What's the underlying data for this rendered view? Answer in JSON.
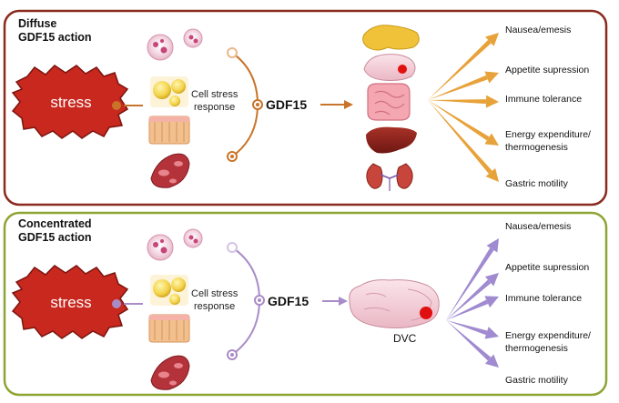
{
  "panels": [
    {
      "id": "diffuse",
      "title_line1": "Diffuse",
      "title_line2": "GDF15 action",
      "stress_label": "stress",
      "cell_stress_line1": "Cell stress",
      "cell_stress_line2": "response",
      "gdf15_label": "GDF15",
      "border_color": "#8b2a1e",
      "connector_color": "#c9742a",
      "arrow_color": "#e8a23a",
      "outcomes": [
        {
          "lines": [
            "Nausea/emesis"
          ]
        },
        {
          "lines": [
            "Appetite supression"
          ]
        },
        {
          "lines": [
            "Immune tolerance"
          ]
        },
        {
          "lines": [
            "Energy expenditure/",
            "thermogenesis"
          ]
        },
        {
          "lines": [
            "Gastric motility"
          ]
        }
      ]
    },
    {
      "id": "concentrated",
      "title_line1": "Concentrated",
      "title_line2": "GDF15 action",
      "stress_label": "stress",
      "cell_stress_line1": "Cell stress",
      "cell_stress_line2": "response",
      "gdf15_label": "GDF15",
      "dvc_label": "DVC",
      "border_color": "#8ea534",
      "connector_color": "#a98cc7",
      "arrow_color": "#a08ad0",
      "outcomes": [
        {
          "lines": [
            "Nausea/emesis"
          ]
        },
        {
          "lines": [
            "Appetite supression"
          ]
        },
        {
          "lines": [
            "Immune tolerance"
          ]
        },
        {
          "lines": [
            "Energy expenditure/",
            "thermogenesis"
          ]
        },
        {
          "lines": [
            "Gastric motility"
          ]
        }
      ]
    }
  ],
  "colors": {
    "stress_fill": "#c8281e",
    "stress_stroke": "#7a1510",
    "dvc_dot": "#e01010"
  },
  "icons": [
    "immune-cells-icon",
    "adipocytes-icon",
    "muscle-tissue-icon",
    "endothelial-cells-icon",
    "pancreas-icon",
    "brain-icon",
    "intestine-icon",
    "liver-icon",
    "kidneys-icon"
  ]
}
